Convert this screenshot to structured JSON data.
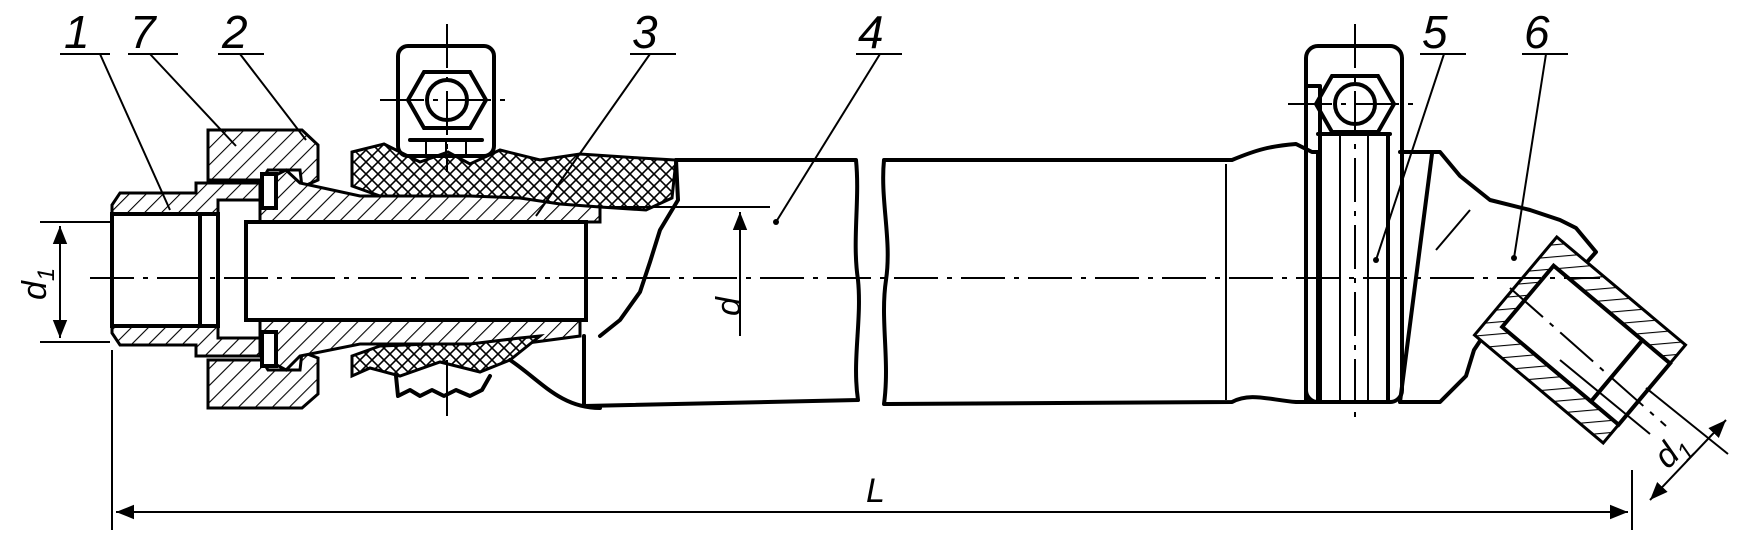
{
  "labels": {
    "part_1": "1",
    "part_2": "2",
    "part_3": "3",
    "part_4": "4",
    "part_5": "5",
    "part_6": "6",
    "part_7": "7"
  },
  "dimensions": {
    "inner_diameter": "d",
    "thread_diameter_main": "d",
    "thread_diameter_sub": "1",
    "thread_diameter_angled_main": "d",
    "thread_diameter_angled_sub": "1",
    "length": "L"
  }
}
